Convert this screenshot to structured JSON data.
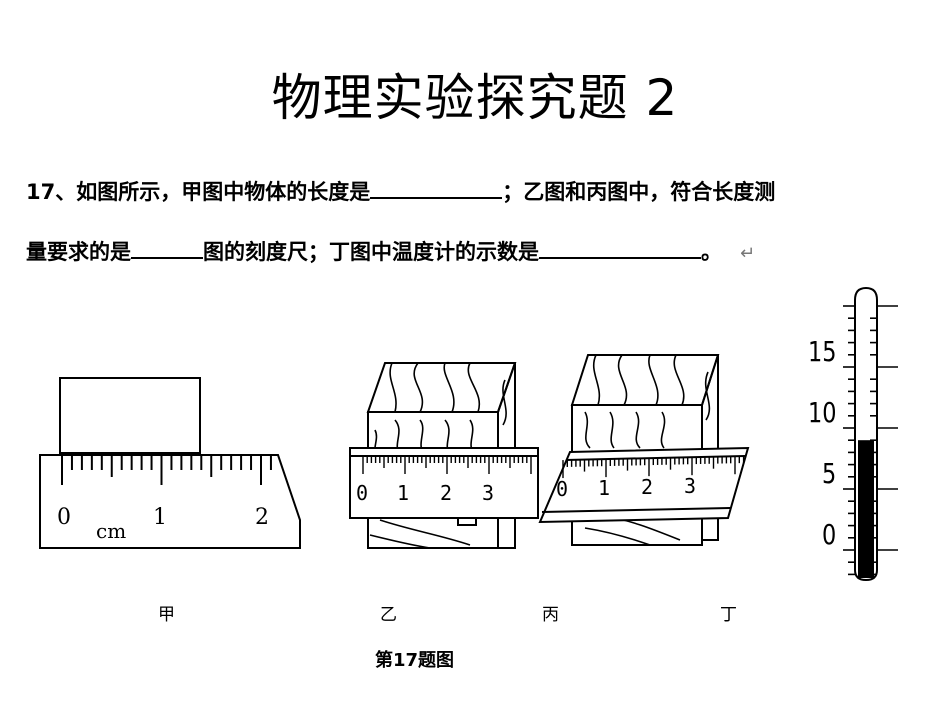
{
  "title": "物理实验探究题 2",
  "question": {
    "line1_part1": "17、如图所示，甲图中物体的长度是",
    "line1_part2": "；乙图和丙图中，符合长度测",
    "line2_part1": "量要求的是",
    "line2_part2": "图的刻度尺；丁图中温度计的示数是",
    "line2_part3": "。",
    "return_mark": "↵"
  },
  "figures": {
    "jia": {
      "label": "甲",
      "ticks": [
        "0",
        "1",
        "2"
      ],
      "unit": "cm"
    },
    "yi": {
      "label": "乙",
      "ticks": [
        "0",
        "1",
        "2",
        "3"
      ]
    },
    "bing": {
      "label": "丙",
      "ticks": [
        "0",
        "1",
        "2",
        "3"
      ]
    },
    "ding": {
      "label": "丁",
      "ticks": [
        "15",
        "10",
        "5",
        "0"
      ],
      "reading": 9
    }
  },
  "caption": "第17题图"
}
